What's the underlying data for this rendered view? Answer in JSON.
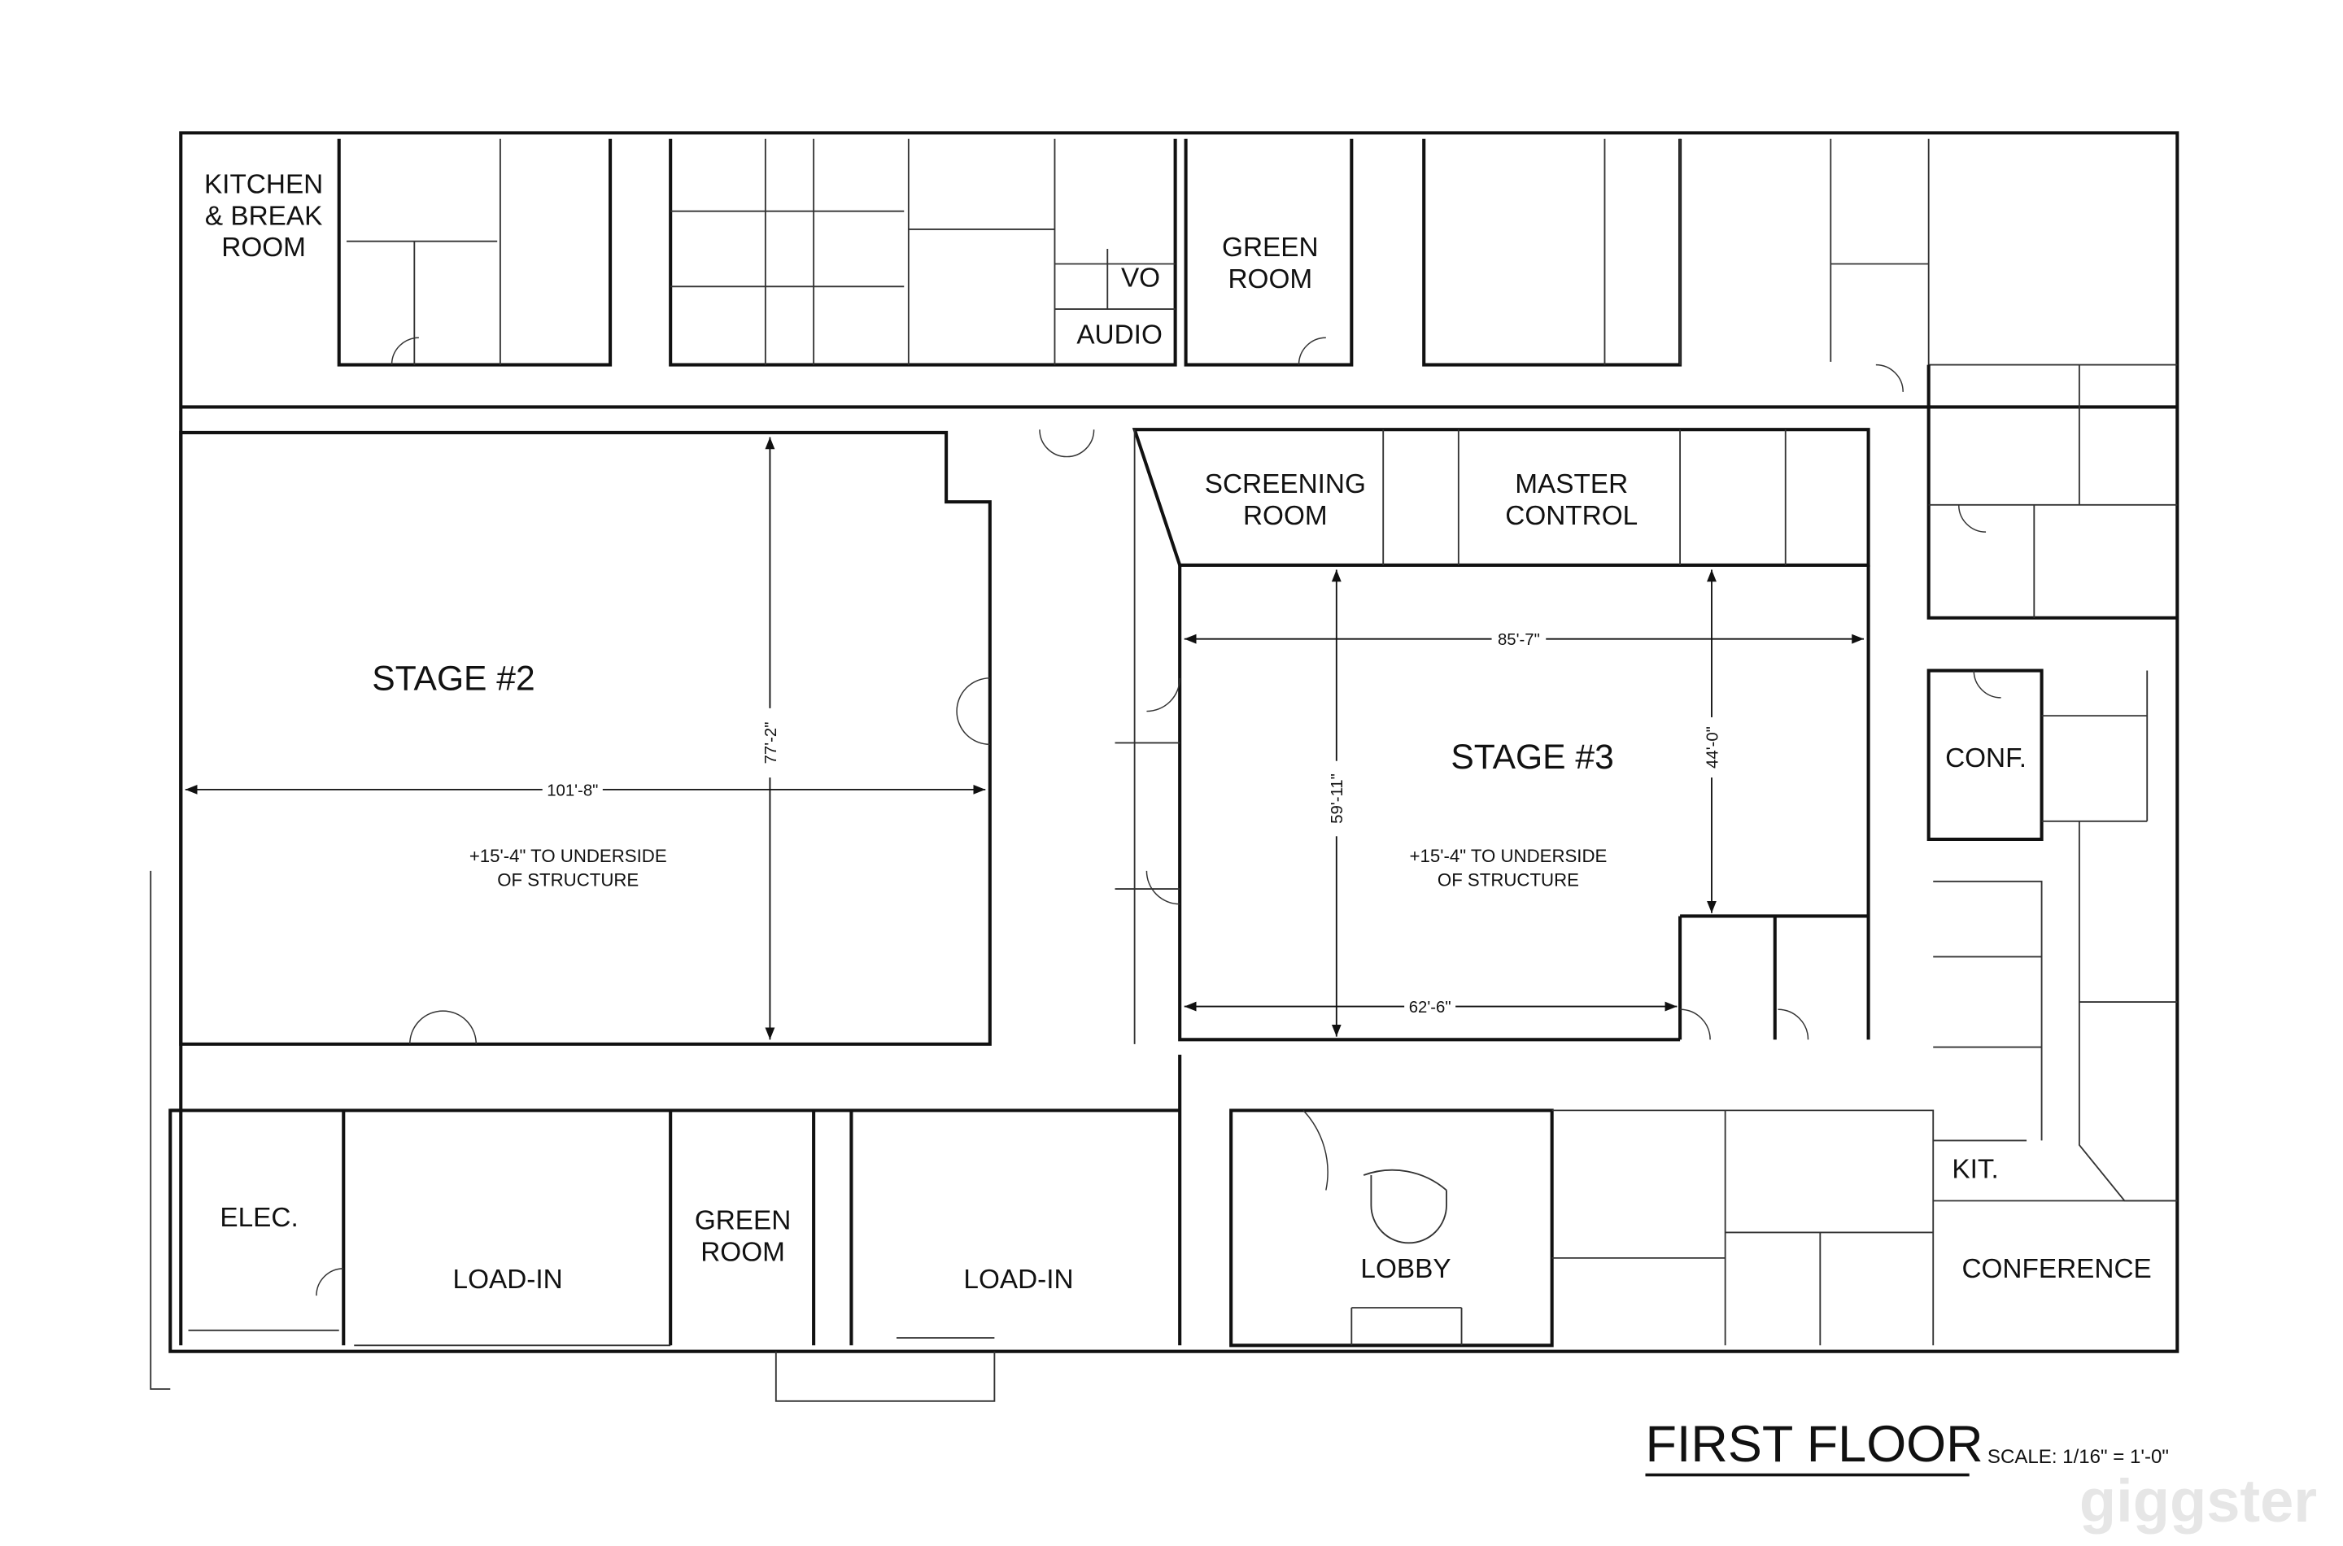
{
  "title": "FIRST FLOOR",
  "scale": "SCALE:  1/16\" = 1'-0\"",
  "watermark": "giggster",
  "rooms": {
    "kitchen_1": "KITCHEN",
    "kitchen_2": "& BREAK",
    "kitchen_3": "ROOM",
    "vo": "VO",
    "audio": "AUDIO",
    "green_room_top_1": "GREEN",
    "green_room_top_2": "ROOM",
    "screening_1": "SCREENING",
    "screening_2": "ROOM",
    "master_1": "MASTER",
    "master_2": "CONTROL",
    "stage2": "STAGE #2",
    "stage3": "STAGE #3",
    "conf": "CONF.",
    "elec": "ELEC.",
    "load_in_1": "LOAD-IN",
    "green_room_bottom_1": "GREEN",
    "green_room_bottom_2": "ROOM",
    "load_in_2": "LOAD-IN",
    "lobby": "LOBBY",
    "kit": "KIT.",
    "conference": "CONFERENCE"
  },
  "dimensions": {
    "stage2_width": "101'-8\"",
    "stage2_depth": "77'-2\"",
    "stage3_width": "85'-7\"",
    "stage3_depth": "59'-11\"",
    "stage3_partial_depth": "44'-0\"",
    "stage3_partial_width": "62'-6\""
  },
  "notes": {
    "stage2_clearance_1": "+15'-4\" TO UNDERSIDE",
    "stage2_clearance_2": "OF STRUCTURE",
    "stage3_clearance_1": "+15'-4\" TO UNDERSIDE",
    "stage3_clearance_2": "OF STRUCTURE"
  }
}
